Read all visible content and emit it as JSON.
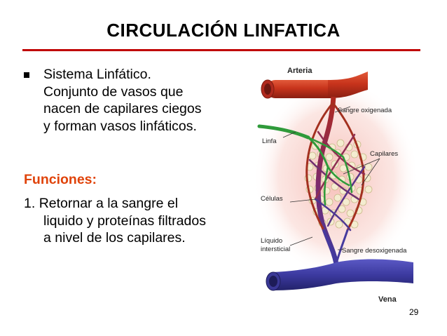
{
  "slide": {
    "title": "CIRCULACIÓN LINFATICA",
    "bullet_lines": [
      "Sistema Linfático.",
      "Conjunto de vasos que",
      "nacen de capilares ciegos",
      "y forman vasos linfáticos."
    ],
    "functions_title": "Funciones:",
    "item1_number": "1.",
    "item1_lines": [
      "Retornar a la sangre el",
      "liquido y proteínas filtrados",
      "a nivel de los capilares."
    ],
    "page_number": "29"
  },
  "diagram": {
    "labels": {
      "arteria": "Arteria",
      "sangre_oxigenada": "Sangre oxigenada",
      "linfa": "Linfa",
      "capilares": "Capilares",
      "celulas": "Células",
      "liquido_1": "Líquido",
      "liquido_2": "intersticial",
      "sangre_desoxigenada": "Sangre desoxigenada",
      "vena": "Vena"
    },
    "colors": {
      "artery": "#c8341c",
      "vein": "#3c3aa0",
      "lymph": "#2f9a3a",
      "glow": "#f4a3a0",
      "title_rule": "#c00000",
      "functions": "#e0430a"
    }
  }
}
